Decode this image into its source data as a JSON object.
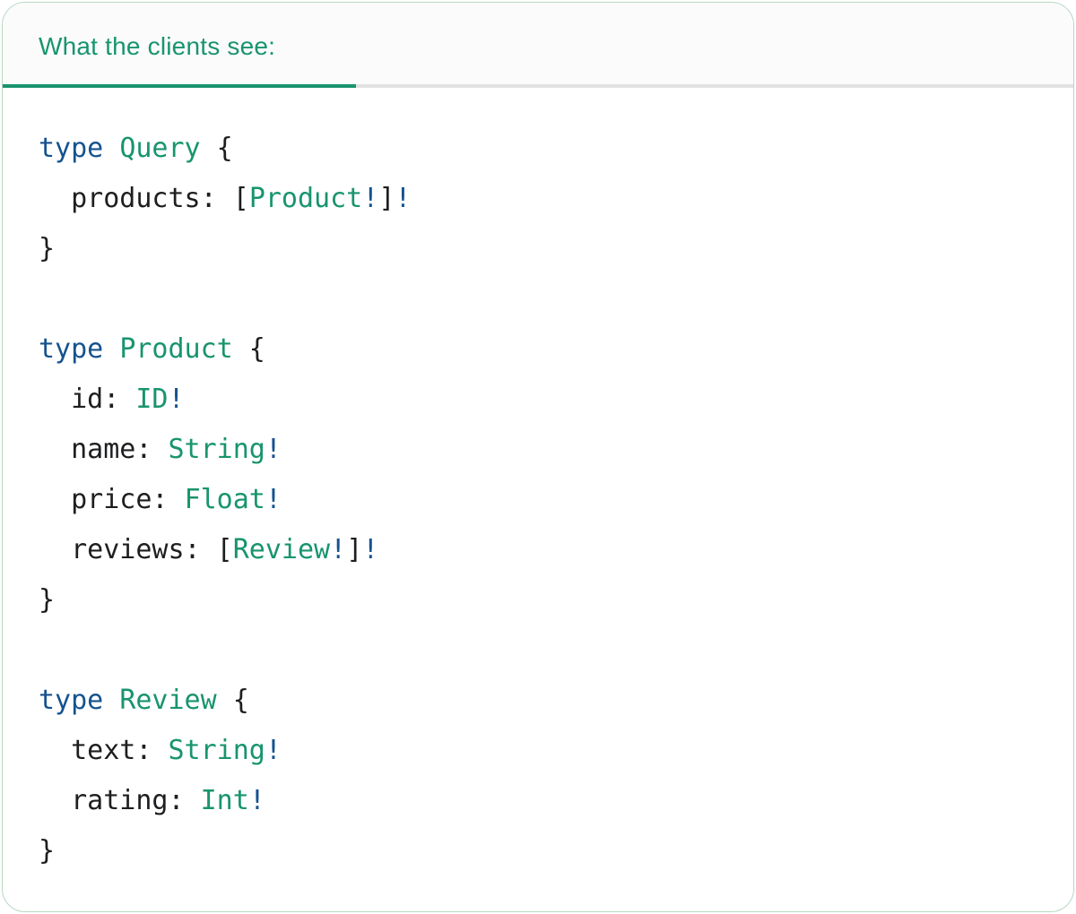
{
  "colors": {
    "accent_teal": "#18946e",
    "keyword_blue": "#15528f",
    "code_dark": "#1d1e20",
    "tab_track_gray": "#e2e2e2",
    "header_bg": "#fbfbfb",
    "card_border": "#b6d8c2",
    "card_bg": "#ffffff"
  },
  "card": {
    "header": {
      "tab_label": "What the clients see:"
    }
  },
  "code": {
    "language": "graphql",
    "lines": [
      {
        "tokens": [
          {
            "text": "type",
            "color": "blue"
          },
          {
            "text": " ",
            "color": "dark"
          },
          {
            "text": "Query",
            "color": "teal"
          },
          {
            "text": " {",
            "color": "dark"
          }
        ]
      },
      {
        "tokens": [
          {
            "text": "  products: [",
            "color": "dark"
          },
          {
            "text": "Product",
            "color": "teal"
          },
          {
            "text": "!",
            "color": "blue"
          },
          {
            "text": "]",
            "color": "dark"
          },
          {
            "text": "!",
            "color": "blue"
          }
        ]
      },
      {
        "tokens": [
          {
            "text": "}",
            "color": "dark"
          }
        ]
      },
      {
        "tokens": []
      },
      {
        "tokens": [
          {
            "text": "type",
            "color": "blue"
          },
          {
            "text": " ",
            "color": "dark"
          },
          {
            "text": "Product",
            "color": "teal"
          },
          {
            "text": " {",
            "color": "dark"
          }
        ]
      },
      {
        "tokens": [
          {
            "text": "  id: ",
            "color": "dark"
          },
          {
            "text": "ID",
            "color": "teal"
          },
          {
            "text": "!",
            "color": "blue"
          }
        ]
      },
      {
        "tokens": [
          {
            "text": "  name: ",
            "color": "dark"
          },
          {
            "text": "String",
            "color": "teal"
          },
          {
            "text": "!",
            "color": "blue"
          }
        ]
      },
      {
        "tokens": [
          {
            "text": "  price: ",
            "color": "dark"
          },
          {
            "text": "Float",
            "color": "teal"
          },
          {
            "text": "!",
            "color": "blue"
          }
        ]
      },
      {
        "tokens": [
          {
            "text": "  reviews: [",
            "color": "dark"
          },
          {
            "text": "Review",
            "color": "teal"
          },
          {
            "text": "!",
            "color": "blue"
          },
          {
            "text": "]",
            "color": "dark"
          },
          {
            "text": "!",
            "color": "blue"
          }
        ]
      },
      {
        "tokens": [
          {
            "text": "}",
            "color": "dark"
          }
        ]
      },
      {
        "tokens": []
      },
      {
        "tokens": [
          {
            "text": "type",
            "color": "blue"
          },
          {
            "text": " ",
            "color": "dark"
          },
          {
            "text": "Review",
            "color": "teal"
          },
          {
            "text": " {",
            "color": "dark"
          }
        ]
      },
      {
        "tokens": [
          {
            "text": "  text: ",
            "color": "dark"
          },
          {
            "text": "String",
            "color": "teal"
          },
          {
            "text": "!",
            "color": "blue"
          }
        ]
      },
      {
        "tokens": [
          {
            "text": "  rating: ",
            "color": "dark"
          },
          {
            "text": "Int",
            "color": "teal"
          },
          {
            "text": "!",
            "color": "blue"
          }
        ]
      },
      {
        "tokens": [
          {
            "text": "}",
            "color": "dark"
          }
        ]
      }
    ]
  }
}
